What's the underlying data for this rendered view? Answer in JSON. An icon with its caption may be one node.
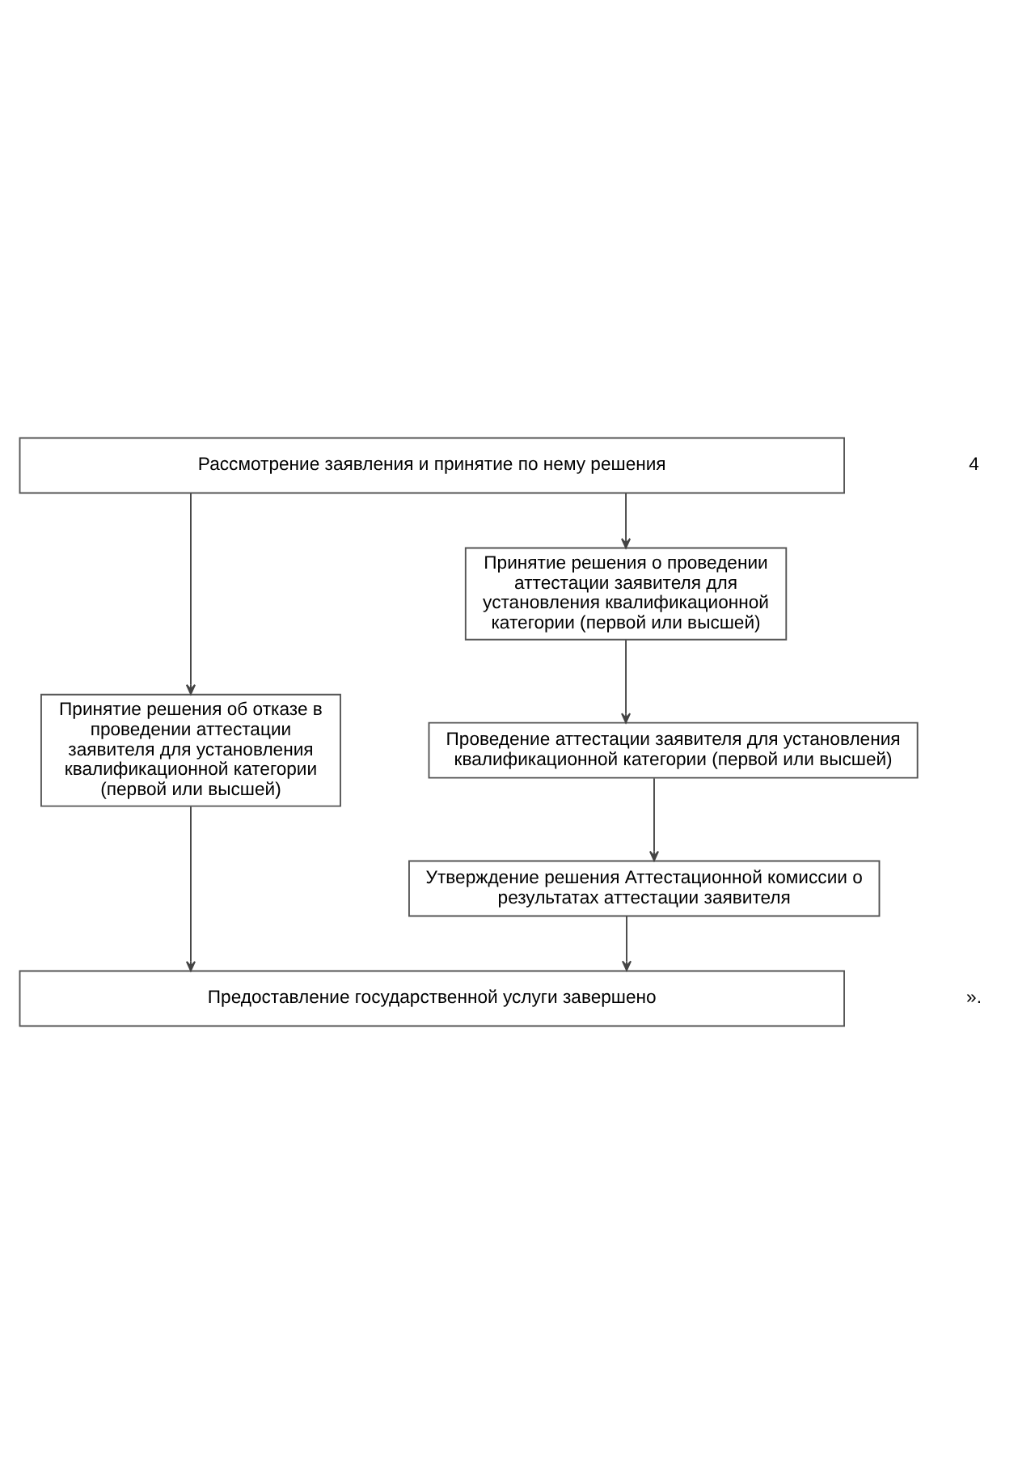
{
  "diagram": {
    "nodes": [
      {
        "text": [
          "Рассмотрение заявления и принятие по нему решения"
        ]
      },
      {
        "text": [
          "Принятие решения об отказе в проведении аттестации заявителя для установления квалификационной категории (первой или высшей)"
        ]
      },
      {
        "text": [
          "Принятие решения о проведении аттестации заявителя для установления квалификационной категории (первой или высшей)"
        ]
      },
      {
        "text": [
          "Проведение аттестации заявителя для установления квалификационной категории (первой или высшей)"
        ]
      },
      {
        "text": [
          "Утверждение решения Аттестационной комиссии о результатах аттестации заявителя"
        ]
      },
      {
        "text": [
          "Предоставление государственной услуги завершено"
        ]
      }
    ],
    "edges": [
      {
        "from": 0,
        "to": 1,
        "arrow": "to"
      },
      {
        "from": 0,
        "to": 2,
        "arrow": "to"
      },
      {
        "from": 2,
        "to": 3,
        "arrow": "to"
      },
      {
        "from": 3,
        "to": 4,
        "arrow": "to"
      },
      {
        "from": 1,
        "to": 5,
        "arrow": "to"
      },
      {
        "from": 4,
        "to": 5,
        "arrow": "to"
      }
    ],
    "labels": [
      "4",
      "»."
    ]
  }
}
